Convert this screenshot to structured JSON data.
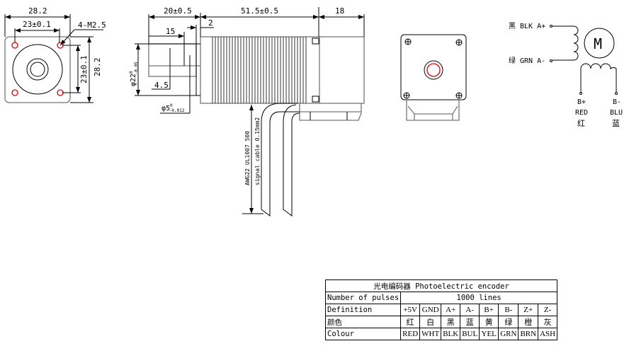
{
  "front_view": {
    "width": "28.2",
    "hole_pitch": "23±0.1",
    "holes": "4-M2.5",
    "height": "28.2",
    "hole_pitch_v": "23±0.1"
  },
  "side_view": {
    "shaft_len": "20±0.5",
    "body_len": "51.5±0.5",
    "encoder_len": "18",
    "shaft_step": "15",
    "gap": "2",
    "boss": "4.5",
    "boss_dia": "φ22",
    "boss_tol_upper": "0",
    "boss_tol_lower": "-0.05",
    "shaft_dia": "φ5",
    "shaft_tol_upper": "0",
    "shaft_tol_lower": "-0.012",
    "cable1": "AWG22 UL1007 500",
    "cable2": "signal cable 0.15mm2"
  },
  "schematic": {
    "a_plus": "黑 BLK A+",
    "a_minus": "绿 GRN A-",
    "motor": "M",
    "b_plus": "B+",
    "b_minus": "B-",
    "b_plus_en": "RED",
    "b_minus_en": "BLU",
    "b_plus_cn": "红",
    "b_minus_cn": "蓝"
  },
  "encoder_table": {
    "title": "光电编码器 Photoelectric encoder",
    "pulses_label": "Number of pulses",
    "pulses_value": "1000 lines",
    "definition_label": "Definition",
    "definitions": [
      "+5V",
      "GND",
      "A+",
      "A-",
      "B+",
      "B-",
      "Z+",
      "Z-"
    ],
    "color_cn_label": "颜色",
    "colors_cn": [
      "红",
      "白",
      "黑",
      "蓝",
      "黄",
      "绿",
      "橙",
      "灰"
    ],
    "colour_label": "Colour",
    "colours": [
      "RED",
      "WHT",
      "BLK",
      "BUL",
      "YEL",
      "GRN",
      "BRN",
      "ASH"
    ]
  },
  "colors": {
    "hole": "#e00000",
    "line": "#000000",
    "outline": "#777777"
  }
}
